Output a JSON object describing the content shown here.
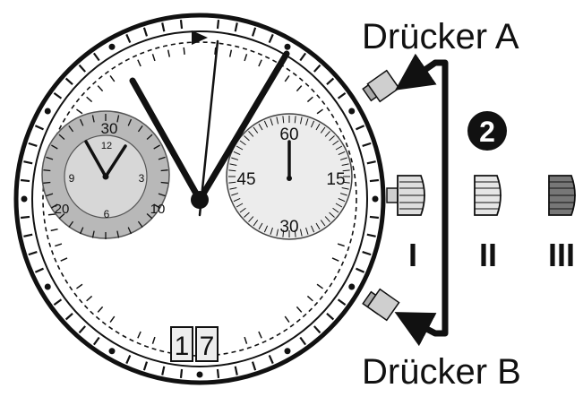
{
  "labels": {
    "pusher_a": "Drücker A",
    "pusher_b": "Drücker B",
    "step_badge": "2",
    "crown_positions": [
      "I",
      "II",
      "III"
    ]
  },
  "left_subdial": {
    "outer_numbers": [
      "30",
      "10",
      "20"
    ],
    "inner_numbers": [
      "12",
      "3",
      "6",
      "9"
    ]
  },
  "right_subdial": {
    "numbers": [
      "60",
      "15",
      "30",
      "45"
    ]
  },
  "date_window": [
    "1",
    "7"
  ],
  "colors": {
    "ink": "#111111",
    "left_subdial_fill": "#b8b8b8",
    "right_subdial_fill": "#ececec",
    "crown_fill": "#dedede",
    "crown_dark_fill": "#777777"
  }
}
